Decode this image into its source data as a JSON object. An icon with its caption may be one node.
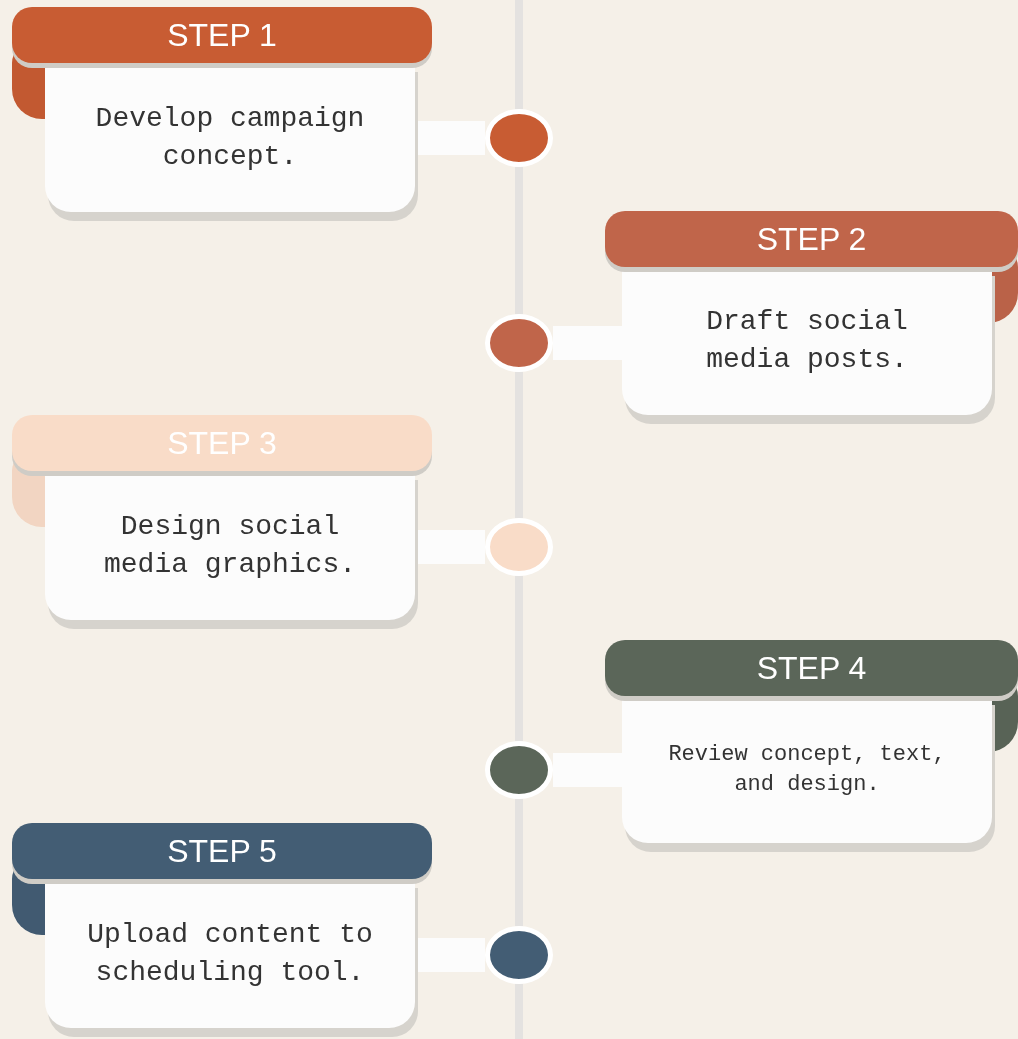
{
  "diagram": {
    "nodes": [
      {
        "text": [
          "STEP 1",
          "Develop campaign concept."
        ]
      },
      {
        "text": [],
        "shape": "circle"
      },
      {
        "text": [
          "STEP 2",
          "Draft social media posts."
        ]
      },
      {
        "text": [],
        "shape": "circle"
      },
      {
        "text": [
          "STEP 3",
          "Design social media graphics."
        ]
      },
      {
        "text": [],
        "shape": "circle"
      },
      {
        "text": [
          "STEP 4",
          "Review concept, text, and design."
        ]
      },
      {
        "text": [],
        "shape": "circle"
      },
      {
        "text": [
          "STEP 5",
          "Upload content to scheduling tool."
        ]
      },
      {
        "text": [],
        "shape": "circle"
      }
    ],
    "edges": [
      {
        "from": 0,
        "to": 1,
        "arrow": "none"
      },
      {
        "from": 2,
        "to": 3,
        "arrow": "none"
      },
      {
        "from": 4,
        "to": 5,
        "arrow": "none"
      },
      {
        "from": 6,
        "to": 7,
        "arrow": "none"
      },
      {
        "from": 8,
        "to": 9,
        "arrow": "none"
      },
      {
        "from": 1,
        "to": 3,
        "arrow": "none"
      },
      {
        "from": 3,
        "to": 5,
        "arrow": "none"
      },
      {
        "from": 5,
        "to": 7,
        "arrow": "none"
      },
      {
        "from": 7,
        "to": 9,
        "arrow": "none"
      }
    ]
  }
}
